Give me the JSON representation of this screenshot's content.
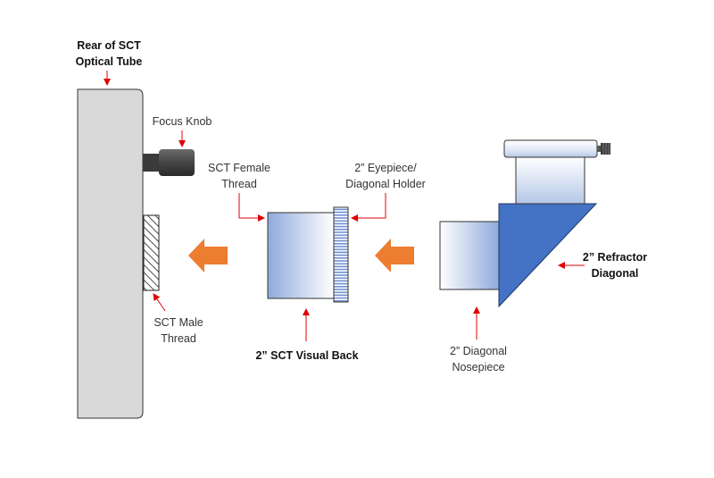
{
  "labels": {
    "rear_sct": {
      "line1": "Rear of SCT",
      "line2": "Optical Tube"
    },
    "focus_knob": "Focus Knob",
    "sct_female_thread": {
      "line1": "SCT Female",
      "line2": "Thread"
    },
    "eyepiece_holder": {
      "line1": "2” Eyepiece/",
      "line2": "Diagonal Holder"
    },
    "refractor_diagonal": {
      "line1": "2” Refractor",
      "line2": "Diagonal"
    },
    "sct_male_thread": {
      "line1": "SCT Male",
      "line2": "Thread"
    },
    "visual_back": "2” SCT Visual Back",
    "diagonal_nosepiece": {
      "line1": "2” Diagonal",
      "line2": "Nosepiece"
    }
  },
  "colors": {
    "tube_fill": "#d9d9d9",
    "arrow_orange": "#ed7d31",
    "leader_red": "#e00000",
    "diagonal_blue": "#4472c4",
    "gradient_blue": "#8faadc"
  }
}
